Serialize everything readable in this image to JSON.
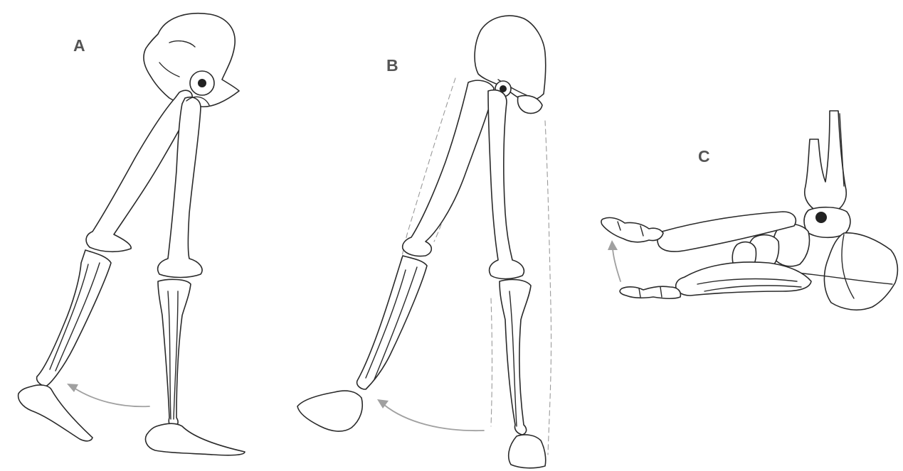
{
  "panels": [
    {
      "id": "A",
      "label": "A",
      "icon": "hip-flexion-leg-skeleton-icon"
    },
    {
      "id": "B",
      "label": "B",
      "icon": "hip-flexion-leg-skeleton-icon"
    },
    {
      "id": "C",
      "label": "C",
      "icon": "ankle-foot-skeleton-icon"
    }
  ],
  "colors": {
    "bone_outline": "#2a2a2a",
    "motion_arrow": "#a0a0a0",
    "pivot_point": "#222222",
    "label": "#555555",
    "background": "#ffffff"
  }
}
